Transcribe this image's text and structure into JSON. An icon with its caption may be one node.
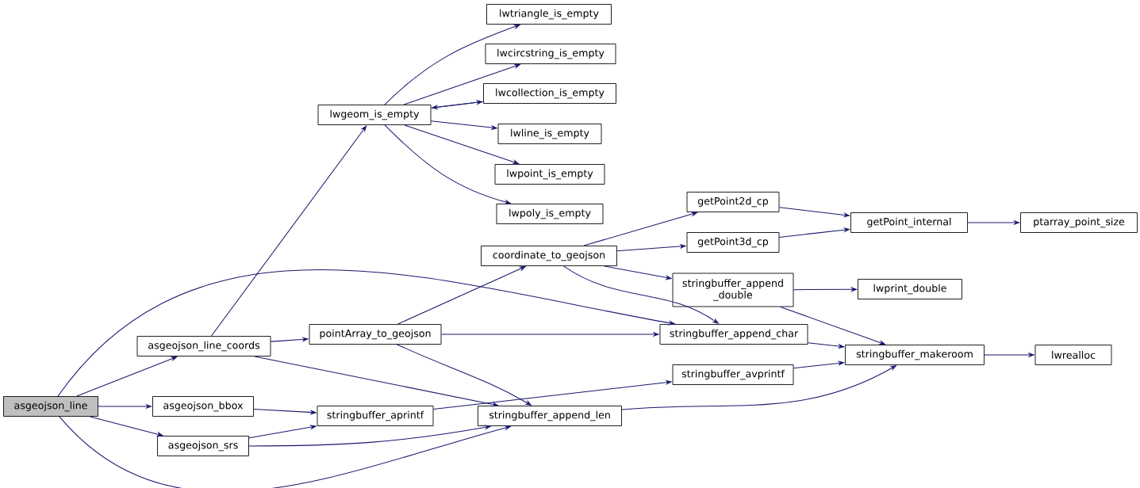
{
  "diagram": {
    "nodes": [
      {
        "text": [
          "asgeojson_line"
        ]
      },
      {
        "text": [
          "asgeojson_line_coords"
        ]
      },
      {
        "text": [
          "asgeojson_bbox"
        ]
      },
      {
        "text": [
          "asgeojson_srs"
        ]
      },
      {
        "text": [
          "lwgeom_is_empty"
        ]
      },
      {
        "text": [
          "lwtriangle_is_empty"
        ]
      },
      {
        "text": [
          "lwcircstring_is_empty"
        ]
      },
      {
        "text": [
          "lwcollection_is_empty"
        ]
      },
      {
        "text": [
          "lwline_is_empty"
        ]
      },
      {
        "text": [
          "lwpoint_is_empty"
        ]
      },
      {
        "text": [
          "lwpoly_is_empty"
        ]
      },
      {
        "text": [
          "pointArray_to_geojson"
        ]
      },
      {
        "text": [
          "stringbuffer_aprintf"
        ]
      },
      {
        "text": [
          "coordinate_to_geojson"
        ]
      },
      {
        "text": [
          "stringbuffer_append_len"
        ]
      },
      {
        "text": [
          "getPoint2d_cp"
        ]
      },
      {
        "text": [
          "getPoint3d_cp"
        ]
      },
      {
        "text": [
          "stringbuffer_append _double"
        ]
      },
      {
        "text": [
          "stringbuffer_append_char"
        ]
      },
      {
        "text": [
          "stringbuffer_avprintf"
        ]
      },
      {
        "text": [
          "getPoint_internal"
        ]
      },
      {
        "text": [
          "lwprint_double"
        ]
      },
      {
        "text": [
          "stringbuffer_makeroom"
        ]
      },
      {
        "text": [
          "ptarray_point_size"
        ]
      },
      {
        "text": [
          "lwrealloc"
        ]
      }
    ],
    "edges": [
      {
        "from": 0,
        "to": 1,
        "arrow": "to"
      },
      {
        "from": 0,
        "to": 2,
        "arrow": "to"
      },
      {
        "from": 0,
        "to": 3,
        "arrow": "to"
      },
      {
        "from": 0,
        "to": 18,
        "arrow": "to"
      },
      {
        "from": 0,
        "to": 14,
        "arrow": "to"
      },
      {
        "from": 1,
        "to": 4,
        "arrow": "to"
      },
      {
        "from": 1,
        "to": 11,
        "arrow": "to"
      },
      {
        "from": 1,
        "to": 14,
        "arrow": "to"
      },
      {
        "from": 2,
        "to": 12,
        "arrow": "to"
      },
      {
        "from": 3,
        "to": 12,
        "arrow": "to"
      },
      {
        "from": 3,
        "to": 14,
        "arrow": "to"
      },
      {
        "from": 4,
        "to": 5,
        "arrow": "to"
      },
      {
        "from": 4,
        "to": 6,
        "arrow": "to"
      },
      {
        "from": 4,
        "to": 7,
        "arrow": "to"
      },
      {
        "from": 4,
        "to": 8,
        "arrow": "to"
      },
      {
        "from": 4,
        "to": 9,
        "arrow": "to"
      },
      {
        "from": 4,
        "to": 10,
        "arrow": "to"
      },
      {
        "from": 7,
        "to": 4,
        "arrow": "to"
      },
      {
        "from": 11,
        "to": 13,
        "arrow": "to"
      },
      {
        "from": 11,
        "to": 18,
        "arrow": "to"
      },
      {
        "from": 11,
        "to": 14,
        "arrow": "to"
      },
      {
        "from": 12,
        "to": 19,
        "arrow": "to"
      },
      {
        "from": 13,
        "to": 15,
        "arrow": "to"
      },
      {
        "from": 13,
        "to": 16,
        "arrow": "to"
      },
      {
        "from": 13,
        "to": 17,
        "arrow": "to"
      },
      {
        "from": 13,
        "to": 18,
        "arrow": "to"
      },
      {
        "from": 14,
        "to": 22,
        "arrow": "to"
      },
      {
        "from": 15,
        "to": 20,
        "arrow": "to"
      },
      {
        "from": 16,
        "to": 20,
        "arrow": "to"
      },
      {
        "from": 17,
        "to": 21,
        "arrow": "to"
      },
      {
        "from": 17,
        "to": 22,
        "arrow": "to"
      },
      {
        "from": 18,
        "to": 22,
        "arrow": "to"
      },
      {
        "from": 19,
        "to": 22,
        "arrow": "to"
      },
      {
        "from": 20,
        "to": 23,
        "arrow": "to"
      },
      {
        "from": 22,
        "to": 24,
        "arrow": "to"
      }
    ]
  }
}
